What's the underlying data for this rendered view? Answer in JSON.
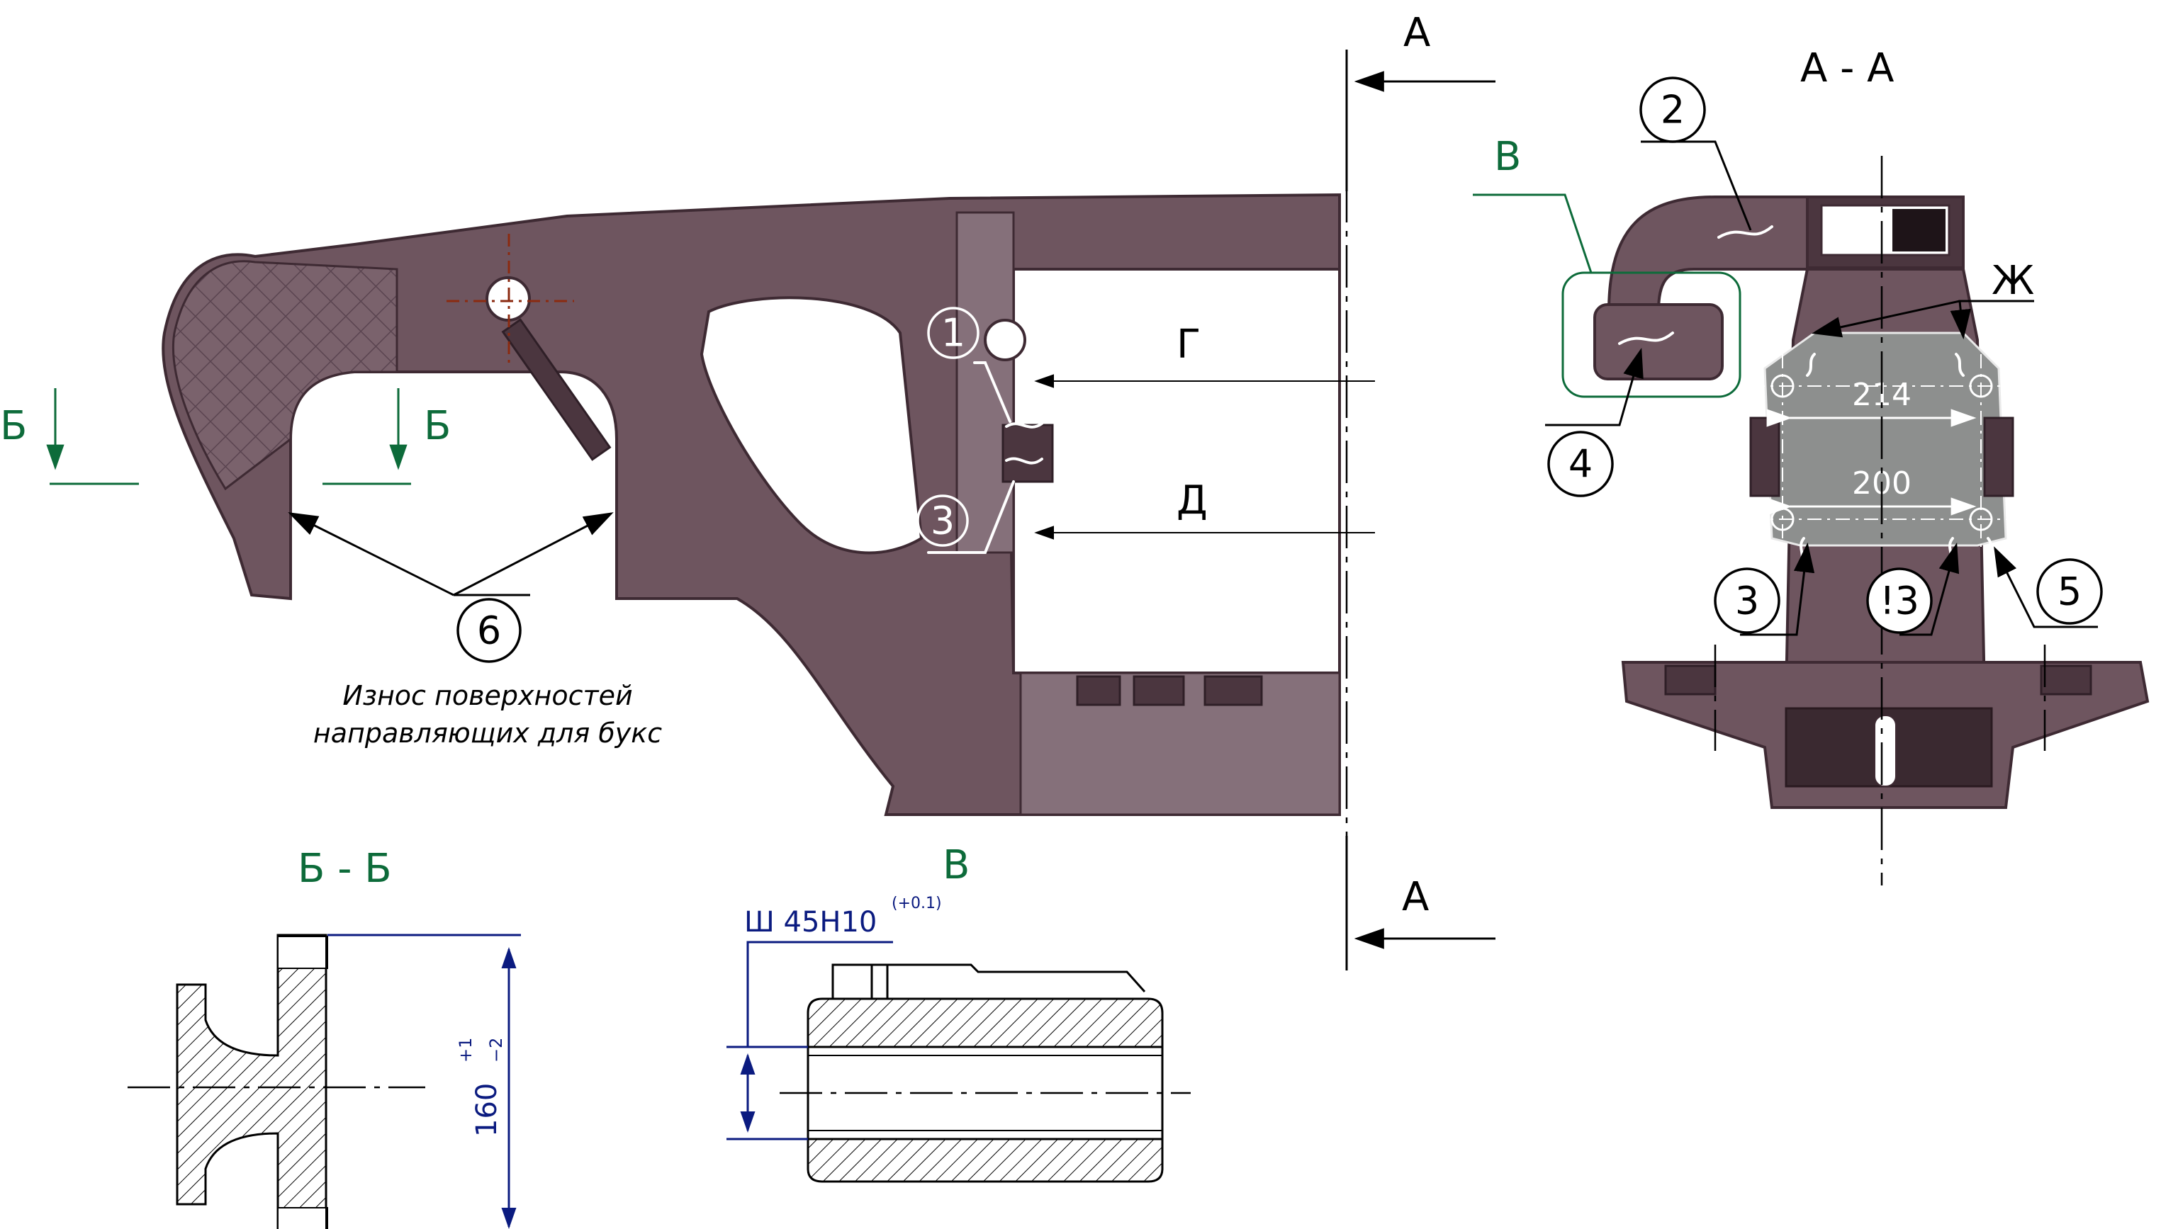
{
  "section_marks": {
    "a_top": "А",
    "a_bottom": "А",
    "b_left": "Б",
    "b_right": "Б",
    "g": "Г",
    "d": "Д",
    "zh": "Ж"
  },
  "view_titles": {
    "section_a": "А - А",
    "section_b": "Б - Б",
    "detail_v_main": "В",
    "detail_v_section": "В"
  },
  "callouts": {
    "c1": "1",
    "c2": "2",
    "c3_main": "3",
    "c3_right": "3",
    "c3_mid": "!3",
    "c4": "4",
    "c5": "5",
    "c6": "6"
  },
  "note": {
    "line1": "Износ поверхностей",
    "line2": "направляющих для букс"
  },
  "dimensions": {
    "d214": "214",
    "d200": "200",
    "d160": "160",
    "d160_tol_upper": "+1",
    "d160_tol_lower": "−2",
    "bore": "Ш 45H10",
    "bore_tol": "(+0.1)"
  },
  "colors": {
    "casting": "#6e555f",
    "gray_plate": "#8d8f8e",
    "green": "#0d6b3a",
    "dimension_blue": "#0b1b80"
  }
}
